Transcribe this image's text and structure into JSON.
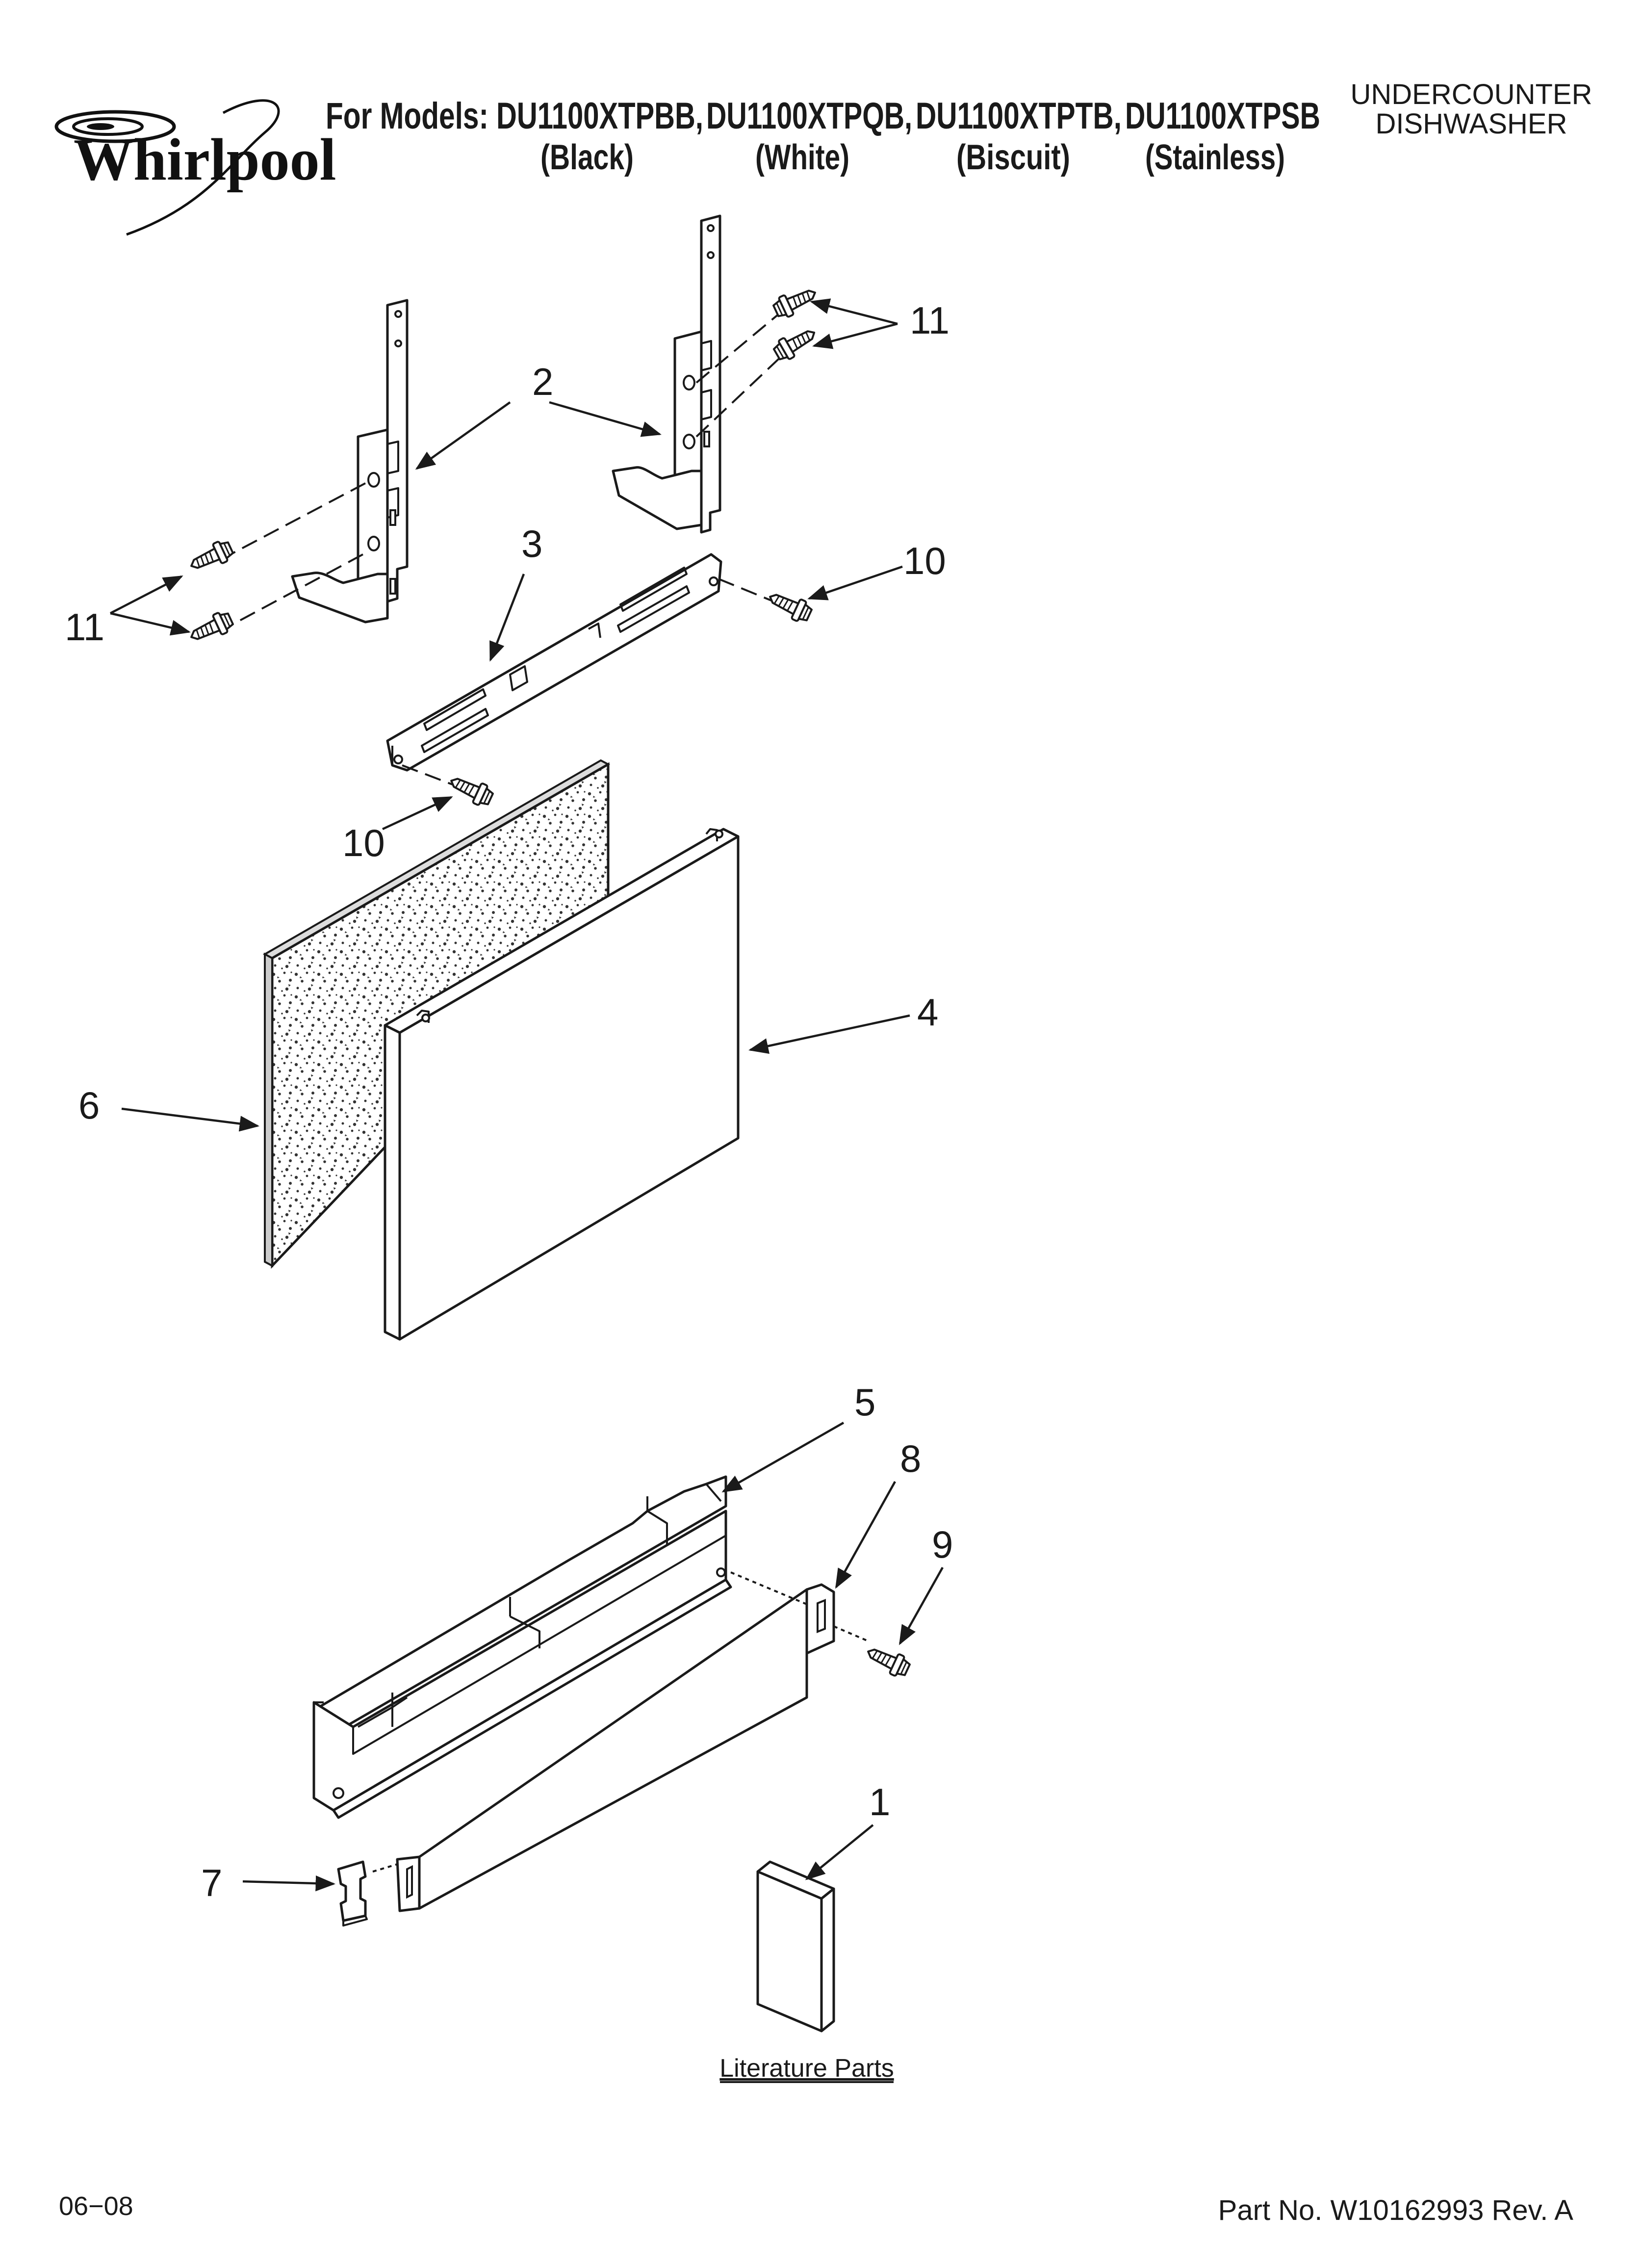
{
  "brand": {
    "name": "Whirlpool"
  },
  "header": {
    "for_models_label": "For Models:",
    "models": [
      {
        "code": "DU1100XTPBB,",
        "color": "(Black)"
      },
      {
        "code": "DU1100XTPQB,",
        "color": "(White)"
      },
      {
        "code": "DU1100XTPTB,",
        "color": "(Biscuit)"
      },
      {
        "code": "DU1100XTPSB",
        "color": "(Stainless)"
      }
    ],
    "product_line1": "UNDERCOUNTER",
    "product_line2": "DISHWASHER"
  },
  "callouts": [
    {
      "id": "c2",
      "label": "2"
    },
    {
      "id": "c11-top",
      "label": "11"
    },
    {
      "id": "c11-left",
      "label": "11"
    },
    {
      "id": "c3",
      "label": "3"
    },
    {
      "id": "c10-right",
      "label": "10"
    },
    {
      "id": "c10-left",
      "label": "10"
    },
    {
      "id": "c4",
      "label": "4"
    },
    {
      "id": "c6",
      "label": "6"
    },
    {
      "id": "c5",
      "label": "5"
    },
    {
      "id": "c8",
      "label": "8"
    },
    {
      "id": "c9",
      "label": "9"
    },
    {
      "id": "c1",
      "label": "1"
    },
    {
      "id": "c7",
      "label": "7"
    }
  ],
  "literature_caption": "Literature Parts",
  "footer": {
    "date": "06−08",
    "part_number": "Part No. W10162993 Rev. A"
  },
  "colors": {
    "ink": "#1a1a1a",
    "paper": "#ffffff"
  }
}
